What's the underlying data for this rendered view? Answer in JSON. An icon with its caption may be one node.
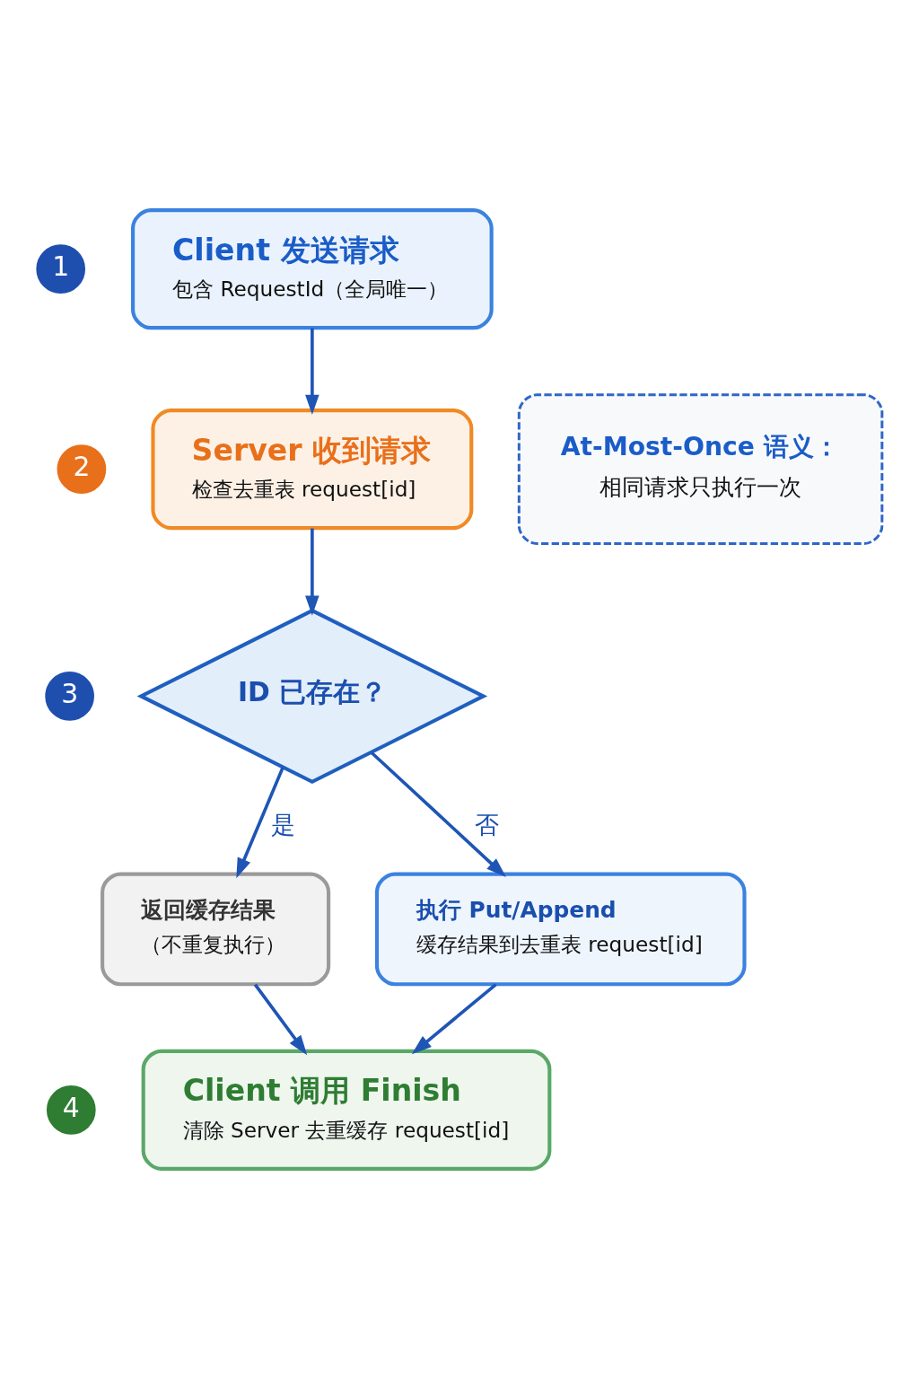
{
  "diagram": {
    "nodes": [
      {
        "text": [
          "1"
        ]
      },
      {
        "text": [
          "Client 发送请求",
          "包含 RequestId（全局唯一）"
        ]
      },
      {
        "text": [
          "2"
        ]
      },
      {
        "text": [
          "Server 收到请求",
          "检查去重表 request[id]"
        ]
      },
      {
        "text": [
          "At-Most-Once 语义：",
          "相同请求只执行一次"
        ]
      },
      {
        "text": [
          "3"
        ]
      },
      {
        "text": [
          "ID 已存在？"
        ]
      },
      {
        "text": [
          "返回缓存结果",
          "（不重复执行）"
        ]
      },
      {
        "text": [
          "执行 Put/Append",
          "缓存结果到去重表 request[id]"
        ]
      },
      {
        "text": [
          "4"
        ]
      },
      {
        "text": [
          "Client 调用 Finish",
          "清除 Server 去重缓存 request[id]"
        ]
      }
    ],
    "edges": [
      {
        "from": 1,
        "to": 3,
        "arrow": "to"
      },
      {
        "from": 3,
        "to": 6,
        "arrow": "to"
      },
      {
        "from": 6,
        "to": 7,
        "label": "是",
        "arrow": "to"
      },
      {
        "from": 6,
        "to": 8,
        "label": "否",
        "arrow": "to"
      },
      {
        "from": 7,
        "to": 10,
        "arrow": "to"
      },
      {
        "from": 8,
        "to": 10,
        "arrow": "to"
      }
    ]
  }
}
